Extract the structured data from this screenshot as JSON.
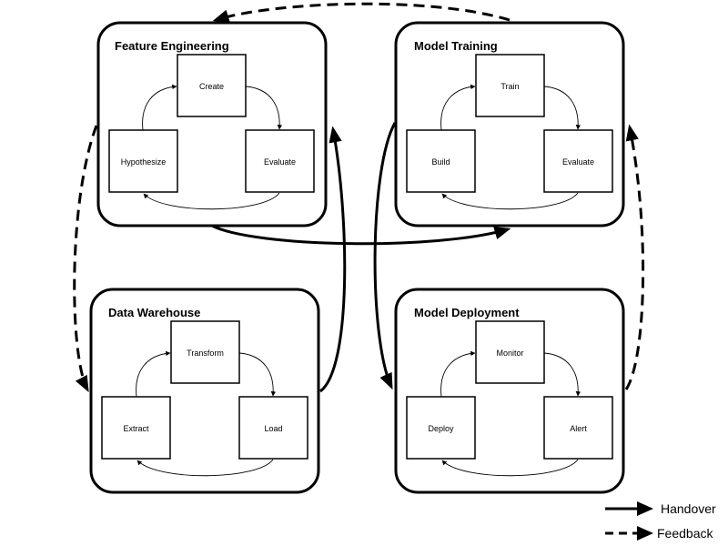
{
  "panels": {
    "feature_engineering": {
      "title": "Feature Engineering",
      "steps": {
        "top": "Create",
        "left": "Hypothesize",
        "right": "Evaluate"
      }
    },
    "model_training": {
      "title": "Model Training",
      "steps": {
        "top": "Train",
        "left": "Build",
        "right": "Evaluate"
      }
    },
    "data_warehouse": {
      "title": "Data Warehouse",
      "steps": {
        "top": "Transform",
        "left": "Extract",
        "right": "Load"
      }
    },
    "model_deployment": {
      "title": "Model Deployment",
      "steps": {
        "top": "Monitor",
        "left": "Deploy",
        "right": "Alert"
      }
    }
  },
  "legend": {
    "handover": "Handover",
    "feedback": "Feedback"
  },
  "colors": {
    "line": "#000000",
    "background": "#ffffff"
  }
}
